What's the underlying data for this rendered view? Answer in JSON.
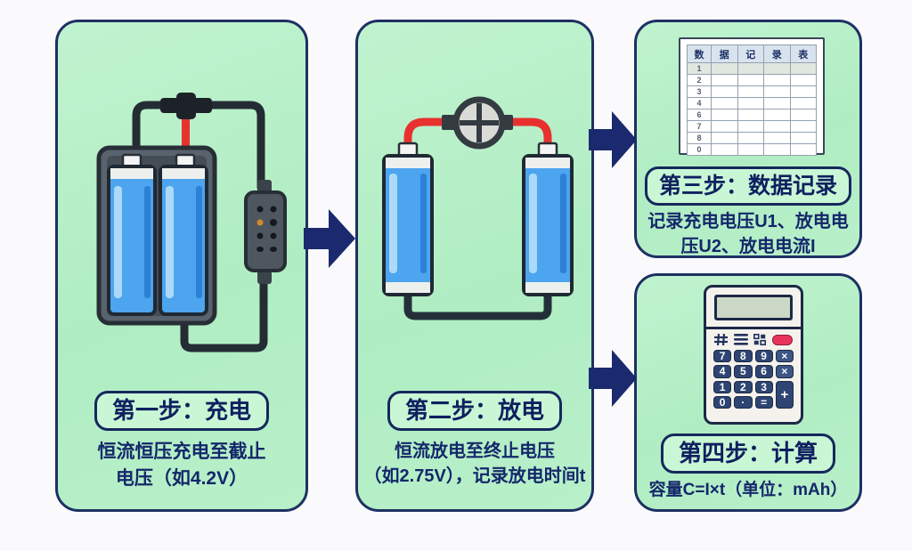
{
  "steps": {
    "step1": {
      "title": "第一步：充电",
      "desc_line1": "恒流恒压充电至截止",
      "desc_line2": "电压（如4.2V）"
    },
    "step2": {
      "title": "第二步：放电",
      "desc_line1": "恒流放电至终止电压",
      "desc_line2": "（如2.75V），记录放电时间t"
    },
    "step3": {
      "title": "第三步：数据记录",
      "desc_line1": "记录充电电压U1、放电电",
      "desc_line2": "压U2、放电电流I"
    },
    "step4": {
      "title": "第四步：计算",
      "desc": "容量C=I×t（单位：mAh）"
    }
  },
  "data_table": {
    "headers": [
      "数",
      "据",
      "记",
      "录",
      "表"
    ],
    "row_labels": [
      "1",
      "2",
      "3",
      "4",
      "6",
      "7",
      "8",
      "0"
    ]
  },
  "calculator": {
    "keys_row1": [
      "7",
      "8",
      "9",
      "×"
    ],
    "keys_row2": [
      "4",
      "5",
      "6",
      "×"
    ],
    "keys_row3": [
      "1",
      "2",
      "3"
    ],
    "keys_row4": [
      "0",
      "·",
      "="
    ],
    "plus_key": "+"
  },
  "colors": {
    "panel_green": "#b4efc7",
    "pill_green": "#c9f7d5",
    "navy_border": "#1e3063",
    "navy_text": "#14276b",
    "arrow_navy": "#1b2a6e",
    "wire_dark": "#242c34",
    "wire_red": "#e8312e",
    "battery_blue": "#4da4ef",
    "battery_highlight": "#abdaf8",
    "calc_body": "#f5f2ed",
    "calc_key_navy": "#2e4573",
    "calc_power_red": "#e8345c",
    "table_header_bg": "#d9e3ee"
  }
}
